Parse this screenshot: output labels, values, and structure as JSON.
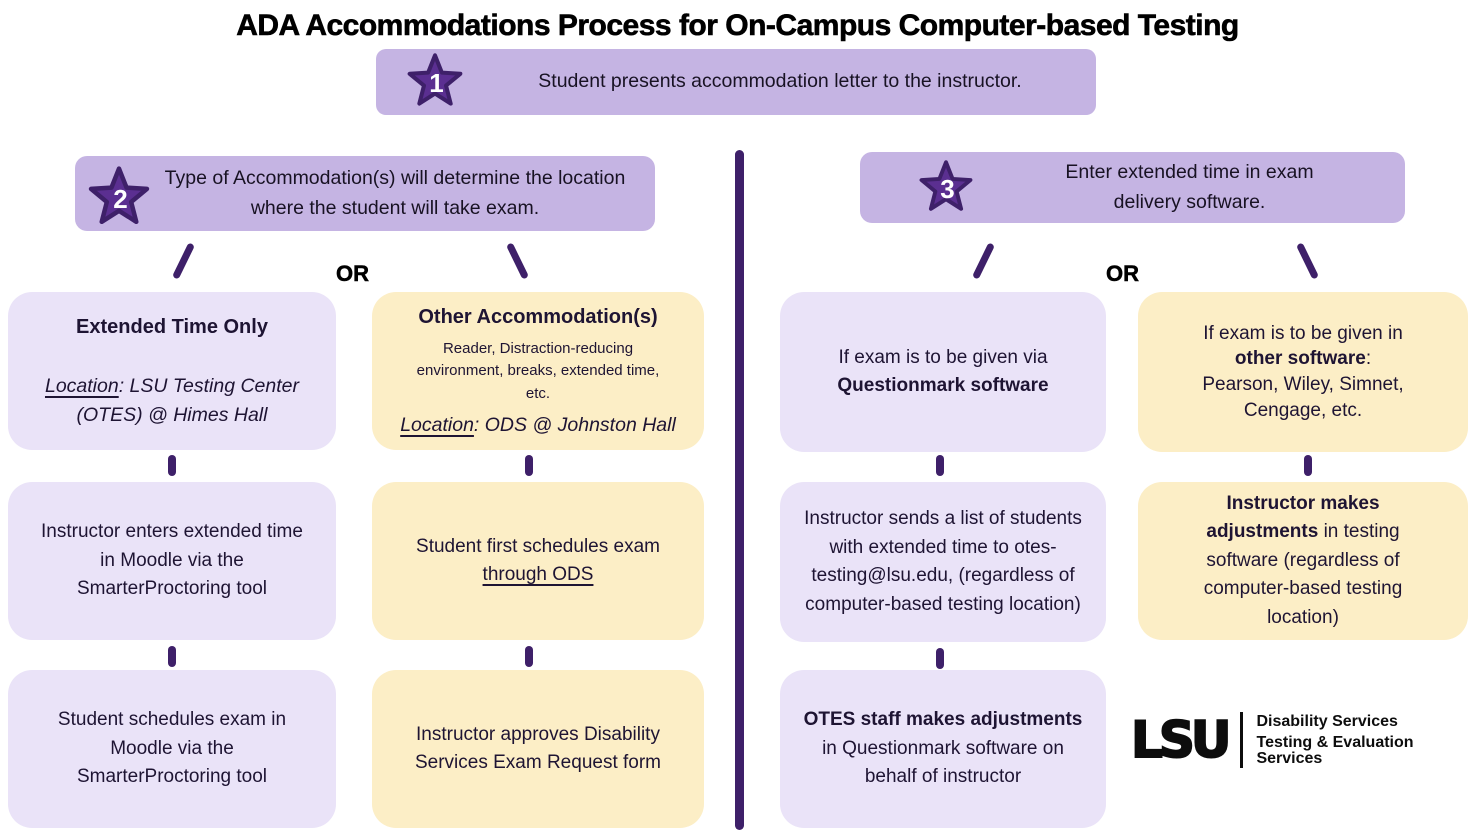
{
  "title": "ADA Accommodations Process for On-Campus Computer-based Testing",
  "or_label": "OR",
  "steps": [
    {
      "number": "1",
      "text": "Student presents accommodation letter to the instructor."
    },
    {
      "number": "2",
      "text": "Type of Accommodation(s) will determine the location where the student will take exam."
    },
    {
      "number": "3",
      "text": "Enter extended time in exam delivery software."
    }
  ],
  "left_branch": {
    "extended_time_box": {
      "title": "Extended Time Only",
      "location_label": "Location",
      "location_text": ": LSU Testing Center (OTES) @ Himes Hall"
    },
    "other_accommodations_box": {
      "title": "Other Accommodation(s)",
      "subtitle": "Reader, Distraction-reducing environment, breaks, extended time, etc.",
      "location_label": "Location",
      "location_text": ": ODS @ Johnston Hall"
    },
    "extended_time_steps": [
      "Instructor enters extended time in Moodle via the SmarterProctoring tool",
      "Student schedules exam in Moodle via the SmarterProctoring tool"
    ],
    "other_steps": {
      "step1_pre": "Student first schedules exam ",
      "step1_underlined": "through ODS",
      "step2": "Instructor approves Disability Services Exam Request form"
    }
  },
  "right_branch": {
    "questionmark_box": {
      "pre": "If exam is to be given via",
      "bold": "Questionmark software"
    },
    "other_software_box": {
      "pre": "If exam is to be given in",
      "bold": "other software",
      "colon": ":",
      "list": "Pearson, Wiley, Simnet, Cengage, etc."
    },
    "questionmark_steps": {
      "step1": "Instructor sends a list of students with extended time to otes-testing@lsu.edu, (regardless of computer-based testing location)",
      "step2_bold": "OTES staff makes adjustments",
      "step2_rest": " in Questionmark software on behalf of instructor"
    },
    "other_software_steps": {
      "step1_bold": "Instructor makes adjustments",
      "step1_rest": " in testing software (regardless of computer-based testing location)"
    }
  },
  "logo": {
    "wordmark": "LSU",
    "line1": "Disability Services",
    "line2": "Testing & Evaluation Services"
  },
  "colors": {
    "banner": "#c5b4e3",
    "lavender_box": "#eae3f8",
    "yellow_box": "#fceec6",
    "dark_purple": "#3e2069",
    "star_fill": "#5b2f91",
    "text": "#1e1433"
  }
}
